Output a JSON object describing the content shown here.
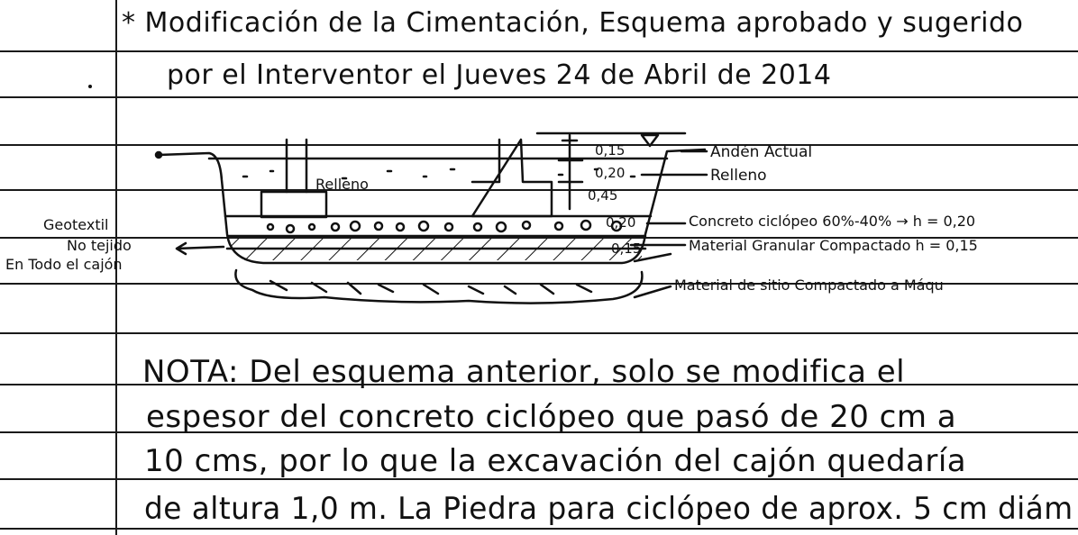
{
  "title": {
    "line1": "* Modificación de la Cimentación, Esquema aprobado y sugerido",
    "line2": "por el Interventor el Jueves 24 de Abril de 2014"
  },
  "diagram": {
    "fill_label": "Relleno",
    "right_labels": {
      "anden": "Andén Actual",
      "relleno": "Relleno",
      "concreto": "Concreto ciclópeo 60%-40% → h = 0,20",
      "granular": "Material Granular Compactado h = 0,15",
      "sitio": "Material de sitio Compactado a Máqu"
    },
    "left_labels": {
      "geotextil": "Geotextil",
      "no_tejido": "No tejido",
      "todo_cajon": "En Todo el cajón"
    },
    "dims": {
      "d1": "0,15",
      "d2": "0,20",
      "d3": "0,45",
      "d4": "0,20",
      "d5": "0,15"
    }
  },
  "note": {
    "line1": "NOTA: Del esquema anterior, solo se modifica el",
    "line2": "espesor del concreto ciclópeo que pasó de 20 cm a",
    "line3": "10 cms, por lo que la excavación del cajón quedaría",
    "line4": "de altura 1,0 m. La Piedra para ciclópeo de aprox. 5 cm diám"
  },
  "colors": {
    "ink": "#111111",
    "paper": "#ffffff",
    "rule": "#1a1a1a"
  }
}
